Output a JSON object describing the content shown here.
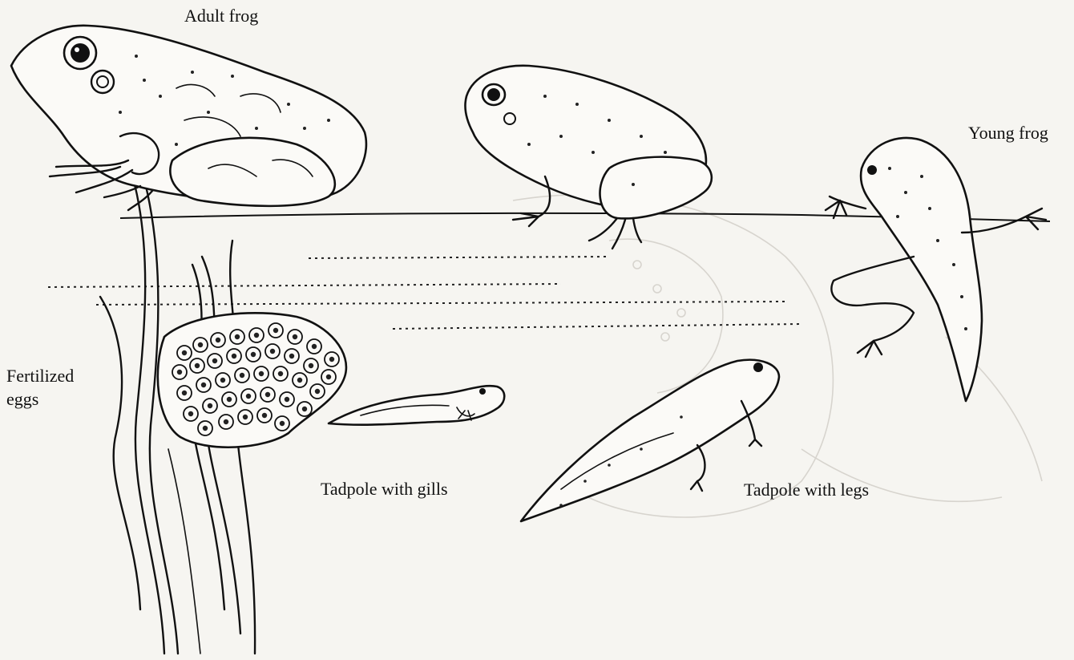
{
  "diagram": {
    "labels": {
      "adult_frog": "Adult frog",
      "young_frog": "Young frog",
      "fertilized_eggs_line1": "Fertilized",
      "fertilized_eggs_line2": "eggs",
      "tadpole_gills": "Tadpole with gills",
      "tadpole_legs": "Tadpole with legs"
    }
  }
}
